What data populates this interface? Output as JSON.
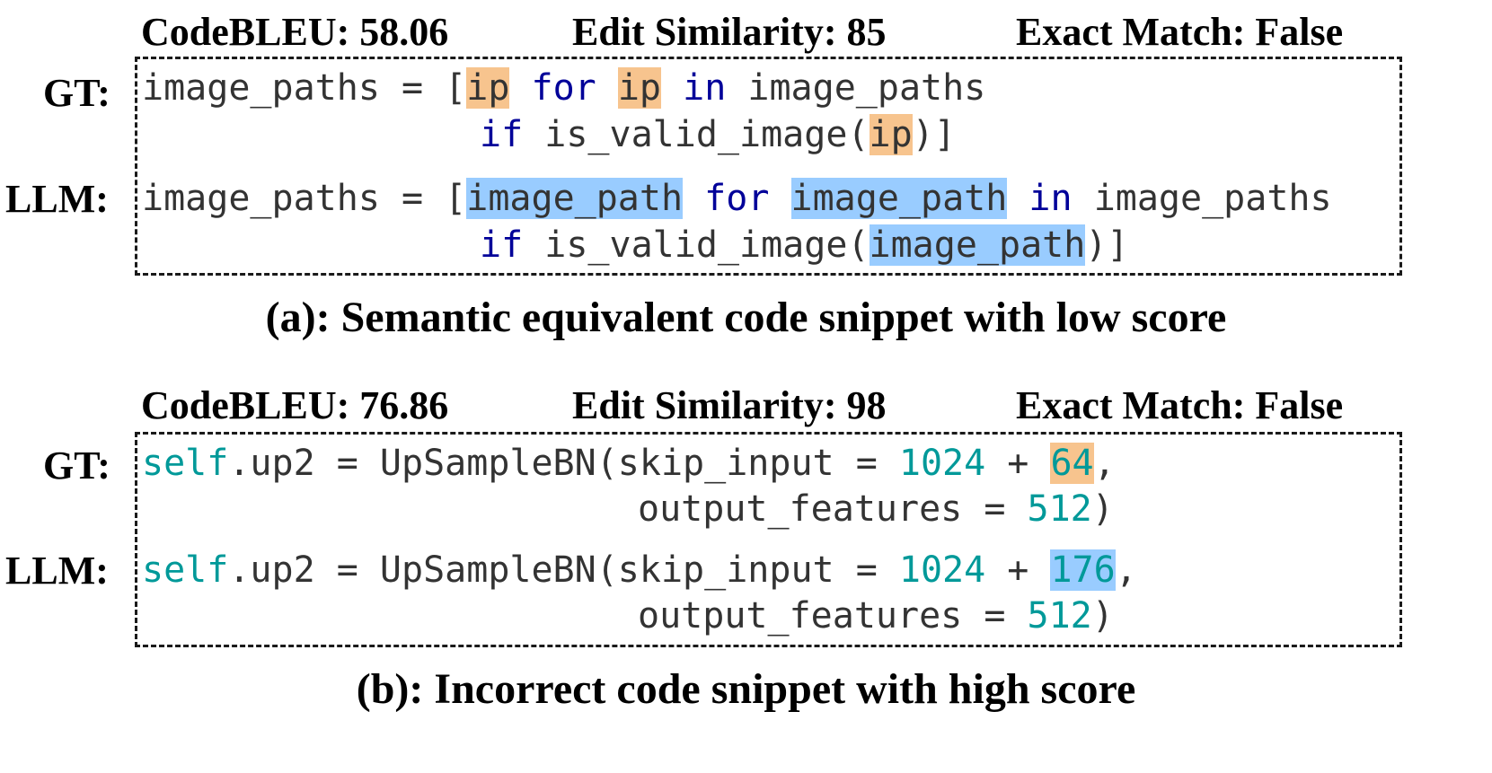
{
  "colors": {
    "gt_highlight": "#f7c48e",
    "llm_highlight": "#99ccff",
    "keyword": "#000099",
    "self_number": "#009999",
    "code_text": "#333333"
  },
  "panel_a": {
    "codebleu": "CodeBLEU: 58.06",
    "edit_similarity": "Edit Similarity: 85",
    "exact_match": "Exact Match: False",
    "gt_label": "GT:",
    "llm_label": "LLM:",
    "gt": {
      "l1_prefix": "image_paths = [",
      "var": "ip",
      "kw_for": "for",
      "kw_in": "in",
      "l1_suffix": "image_paths",
      "kw_if": "if",
      "l2_call": "is_valid_image(",
      "l2_close": ")]"
    },
    "llm": {
      "l1_prefix": "image_paths = [",
      "var": "image_path",
      "kw_for": "for",
      "kw_in": "in",
      "l1_suffix": "image_paths",
      "kw_if": "if",
      "l2_call": "is_valid_image(",
      "l2_close": ")]"
    },
    "caption": "(a): Semantic equivalent code snippet with low score"
  },
  "panel_b": {
    "codebleu": "CodeBLEU: 76.86",
    "edit_similarity": "Edit Similarity: 98",
    "exact_match": "Exact Match: False",
    "gt_label": "GT:",
    "llm_label": "LLM:",
    "gt": {
      "self_kw": "self",
      "l1_mid": ".up2 = UpSampleBN(skip_input = ",
      "num_1024": "1024",
      "plus": " + ",
      "num_diff": "64",
      "comma": ",",
      "l2_param": "output_features = ",
      "num_512": "512",
      "l2_close": ")"
    },
    "llm": {
      "self_kw": "self",
      "l1_mid": ".up2 = UpSampleBN(skip_input = ",
      "num_1024": "1024",
      "plus": " + ",
      "num_diff": "176",
      "comma": ",",
      "l2_param": "output_features = ",
      "num_512": "512",
      "l2_close": ")"
    },
    "caption": "(b): Incorrect code snippet with high score"
  }
}
